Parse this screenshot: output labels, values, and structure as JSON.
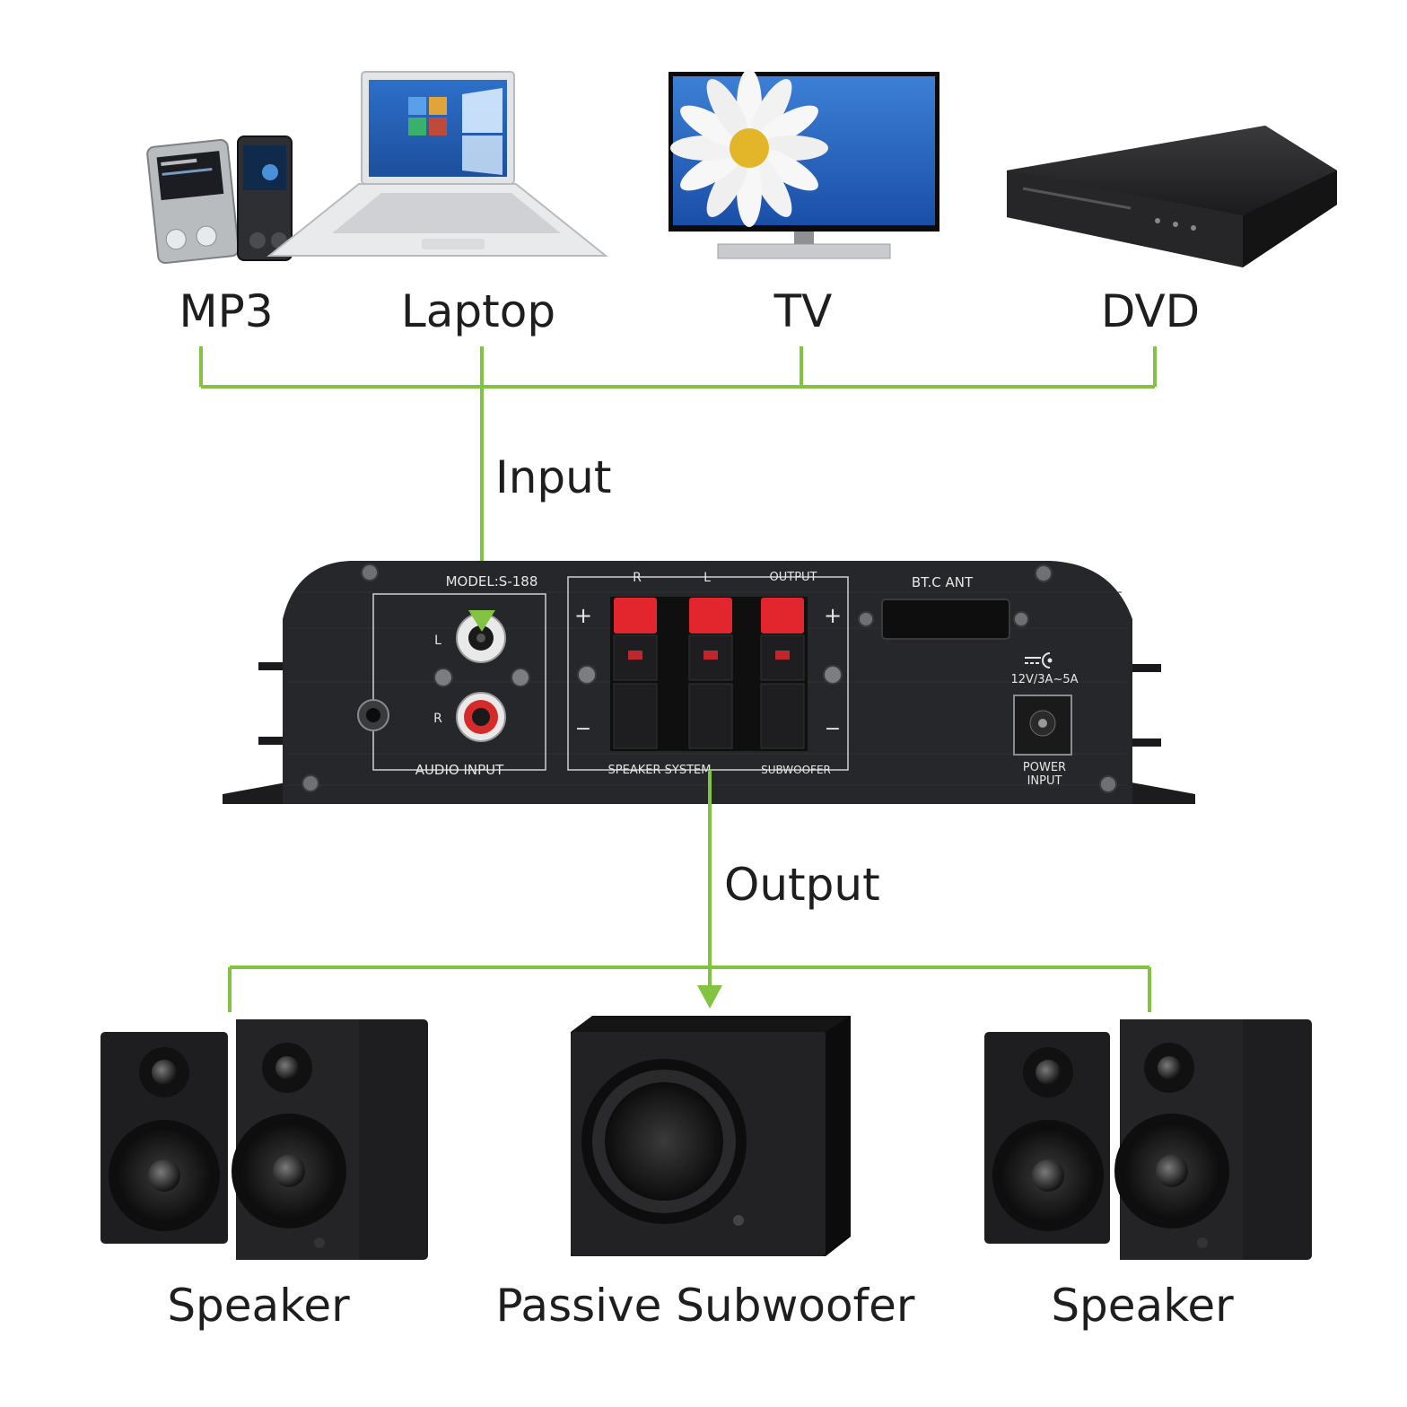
{
  "sources": [
    {
      "id": "mp3",
      "label": "MP3"
    },
    {
      "id": "laptop",
      "label": "Laptop"
    },
    {
      "id": "tv",
      "label": "TV"
    },
    {
      "id": "dvd",
      "label": "DVD"
    }
  ],
  "flow": {
    "input_label": "Input",
    "output_label": "Output"
  },
  "amplifier": {
    "model": "MODEL:S-188",
    "audio_input": "AUDIO INPUT",
    "left_channel": "L",
    "right_channel": "R",
    "terminal_r": "R",
    "terminal_l": "L",
    "output": "OUTPUT",
    "speaker_system": "SPEAKER  SYSTEM",
    "subwoofer": "SUBWOOFER",
    "plus": "+",
    "minus": "−",
    "bt_antenna": "BT.C ANT",
    "power_rating": "12V/3A~5A",
    "power_input_line1": "POWER",
    "power_input_line2": "INPUT"
  },
  "outputs": [
    {
      "id": "speaker-left",
      "label": "Speaker"
    },
    {
      "id": "subwoofer",
      "label": "Passive Subwoofer"
    },
    {
      "id": "speaker-right",
      "label": "Speaker"
    }
  ],
  "colors": {
    "connector": "#82c341",
    "panel": "#26272a",
    "terminal_red": "#e3262e"
  }
}
